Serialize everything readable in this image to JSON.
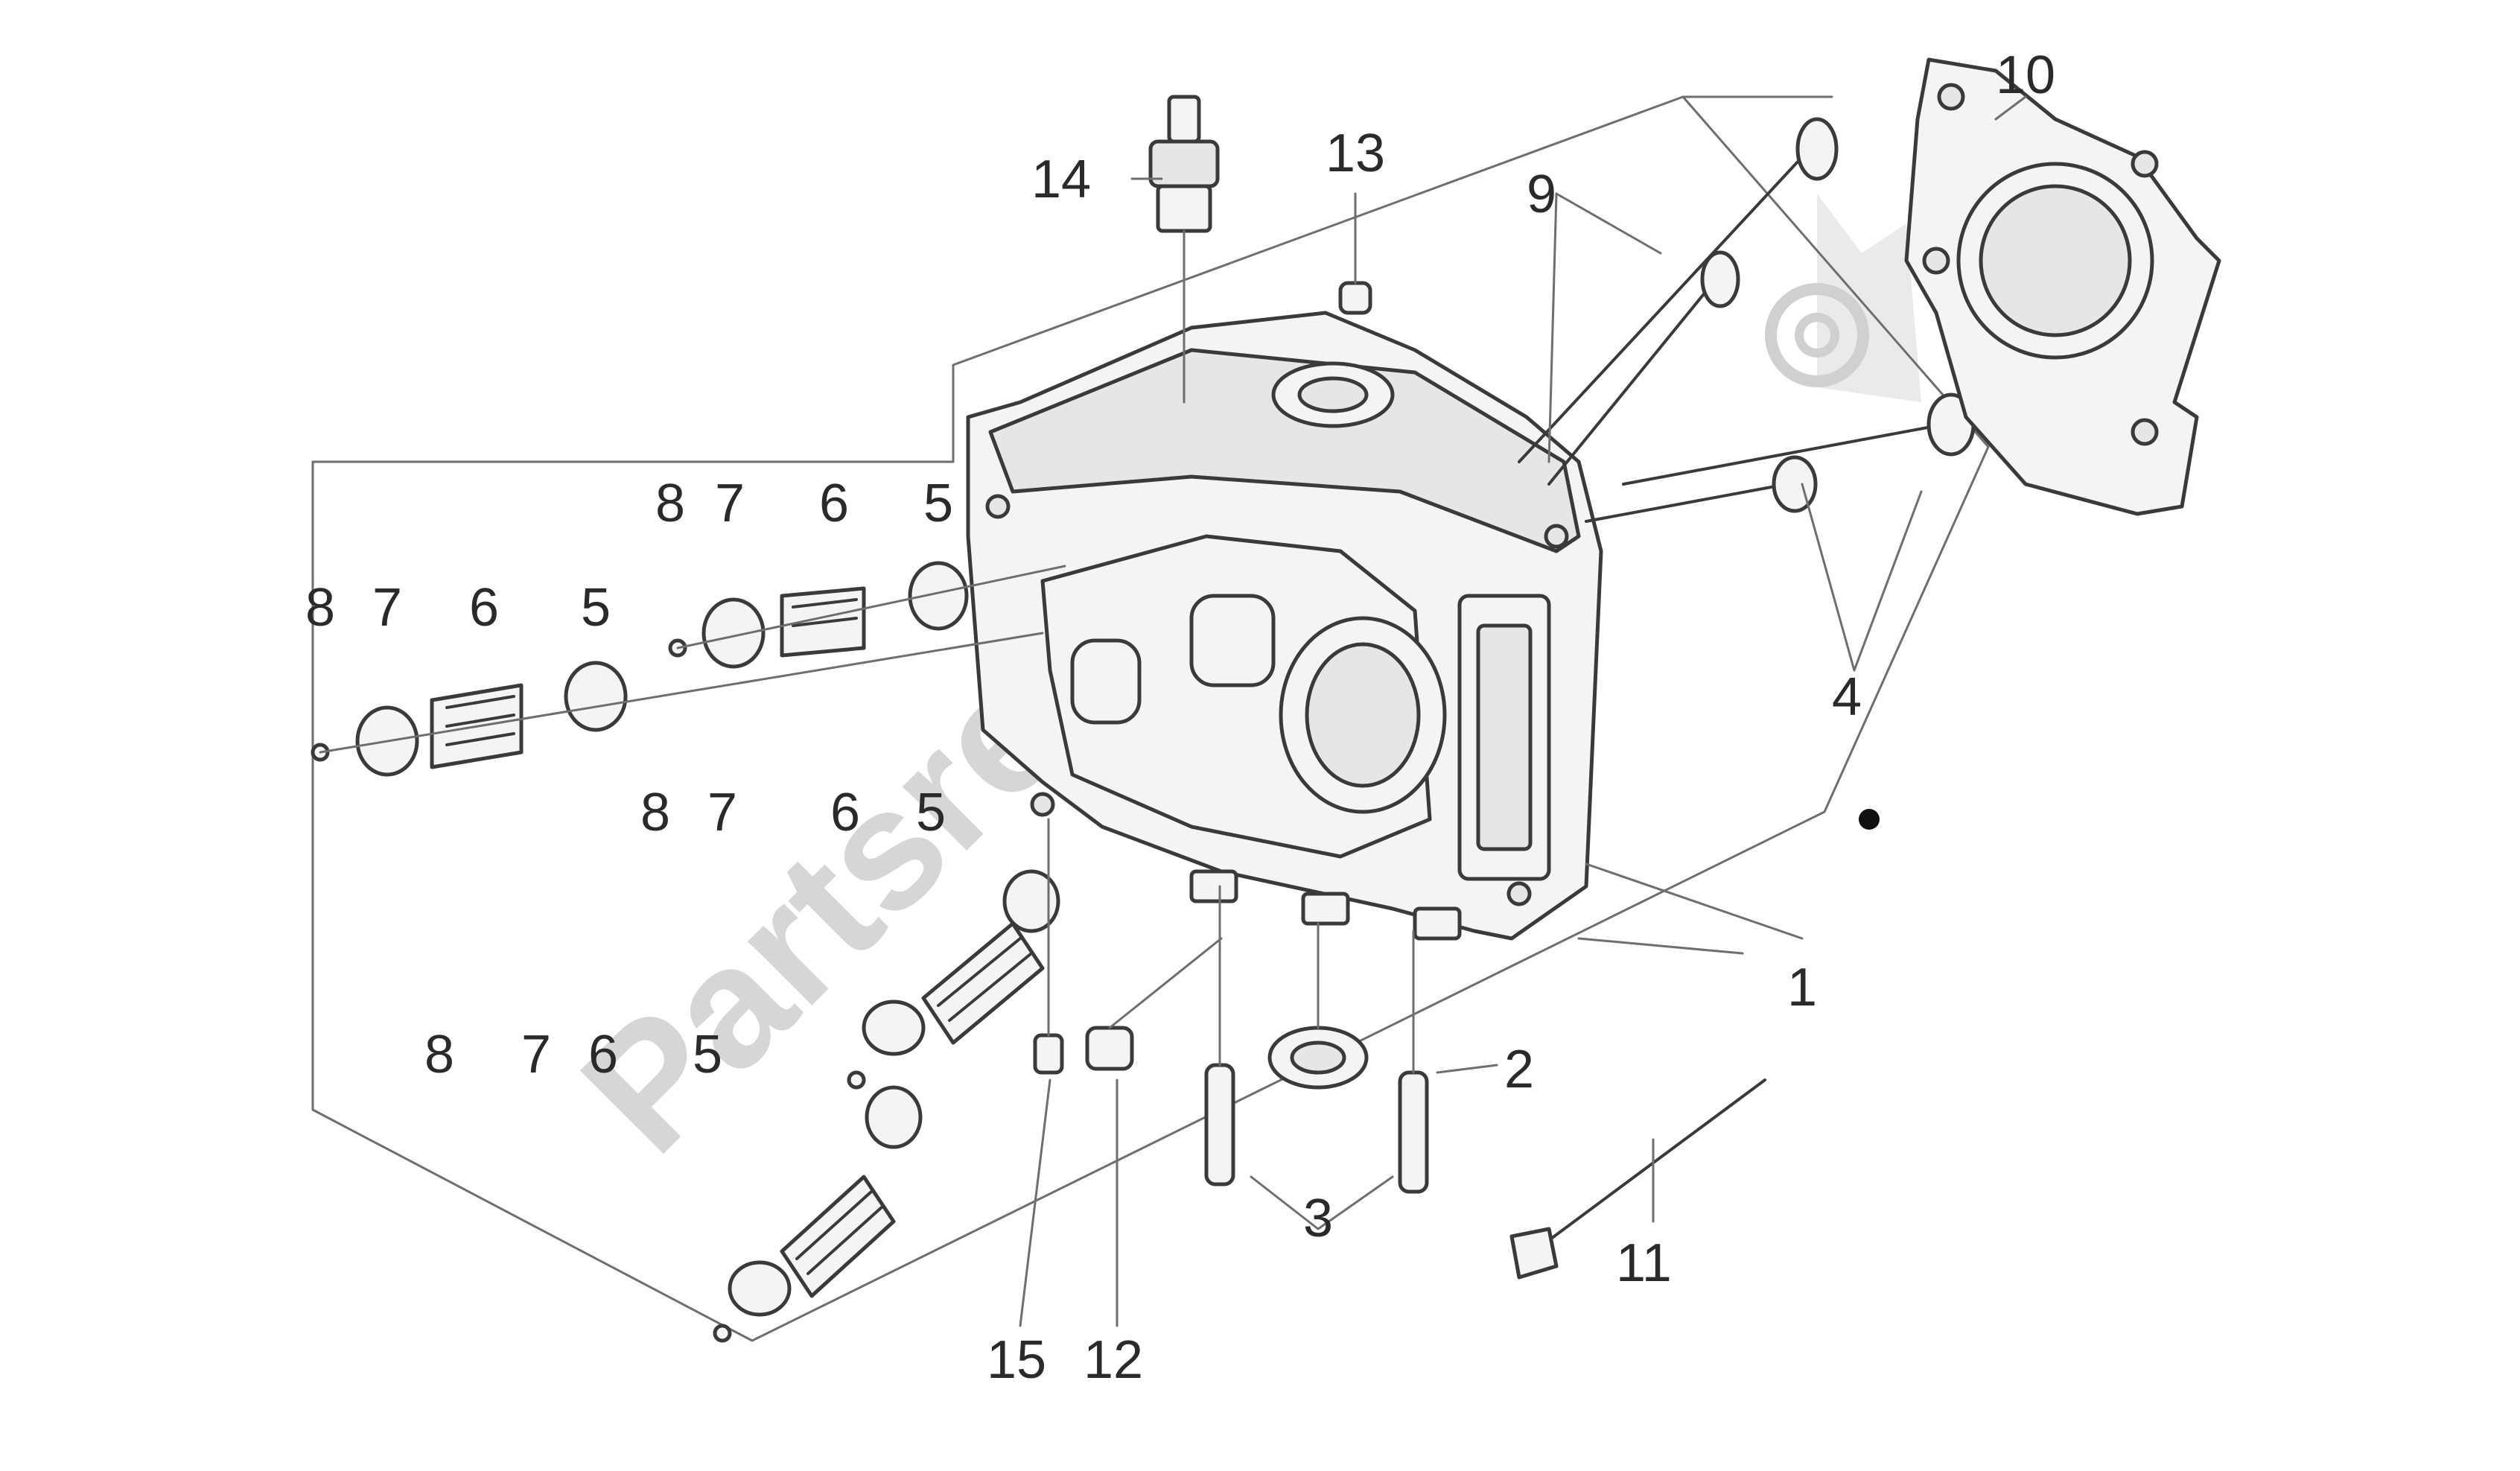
{
  "figure": {
    "type": "exploded-parts-diagram",
    "watermark": "Partsrepublik",
    "callouts": [
      {
        "id": "c1",
        "label": "1"
      },
      {
        "id": "c2",
        "label": "2"
      },
      {
        "id": "c3",
        "label": "3"
      },
      {
        "id": "c4",
        "label": "4"
      },
      {
        "id": "c5a",
        "label": "5"
      },
      {
        "id": "c5b",
        "label": "5"
      },
      {
        "id": "c5c",
        "label": "5"
      },
      {
        "id": "c5d",
        "label": "5"
      },
      {
        "id": "c6a",
        "label": "6"
      },
      {
        "id": "c6b",
        "label": "6"
      },
      {
        "id": "c6c",
        "label": "6"
      },
      {
        "id": "c6d",
        "label": "6"
      },
      {
        "id": "c7a",
        "label": "7"
      },
      {
        "id": "c7b",
        "label": "7"
      },
      {
        "id": "c7c",
        "label": "7"
      },
      {
        "id": "c7d",
        "label": "7"
      },
      {
        "id": "c8a",
        "label": "8"
      },
      {
        "id": "c8b",
        "label": "8"
      },
      {
        "id": "c8c",
        "label": "8"
      },
      {
        "id": "c8d",
        "label": "8"
      },
      {
        "id": "c9",
        "label": "9"
      },
      {
        "id": "c10",
        "label": "10"
      },
      {
        "id": "c11",
        "label": "11"
      },
      {
        "id": "c12",
        "label": "12"
      },
      {
        "id": "c13",
        "label": "13"
      },
      {
        "id": "c14",
        "label": "14"
      },
      {
        "id": "c15",
        "label": "15"
      }
    ]
  }
}
